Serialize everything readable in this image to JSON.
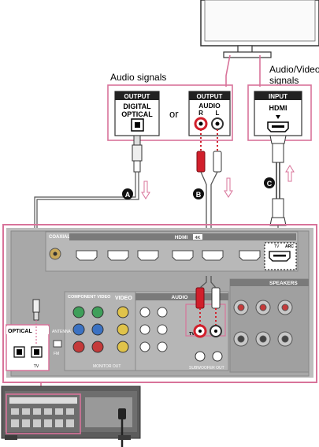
{
  "labels": {
    "audio_signals": "Audio signals",
    "audio_video_signals_line1": "Audio/Video",
    "audio_video_signals_line2": "signals",
    "or": "or"
  },
  "tv_panels": {
    "optical": {
      "header": "OUTPUT",
      "line1": "DIGITAL",
      "line2": "OPTICAL"
    },
    "analog": {
      "header": "OUTPUT",
      "line1": "AUDIO",
      "left": "L",
      "right": "R"
    },
    "hdmi": {
      "header": "INPUT",
      "line1": "HDMI"
    }
  },
  "cables": {
    "a": "A",
    "b": "B",
    "c": "C"
  },
  "receiver": {
    "coaxial": "COAXIAL",
    "hdmi": "HDMI",
    "hdmi_4k": "4K",
    "component_video": "COMPONENT VIDEO",
    "video": "VIDEO",
    "audio": "AUDIO",
    "speakers": "SPEAKERS",
    "optical": "OPTICAL",
    "antenna": "ANTENNA",
    "fm": "FM",
    "tv_in": "TV",
    "arc": "ARC",
    "subwoofer_out": "SUBWOOFER OUT",
    "monitor_out": "MONITOR OUT"
  },
  "colors": {
    "pink": "#d8739a",
    "panel_bg": "#ffffff",
    "gray_receiver": "#a6a6a6",
    "dark_gray": "#4a4a4a",
    "red_plug": "#d11f2b"
  }
}
